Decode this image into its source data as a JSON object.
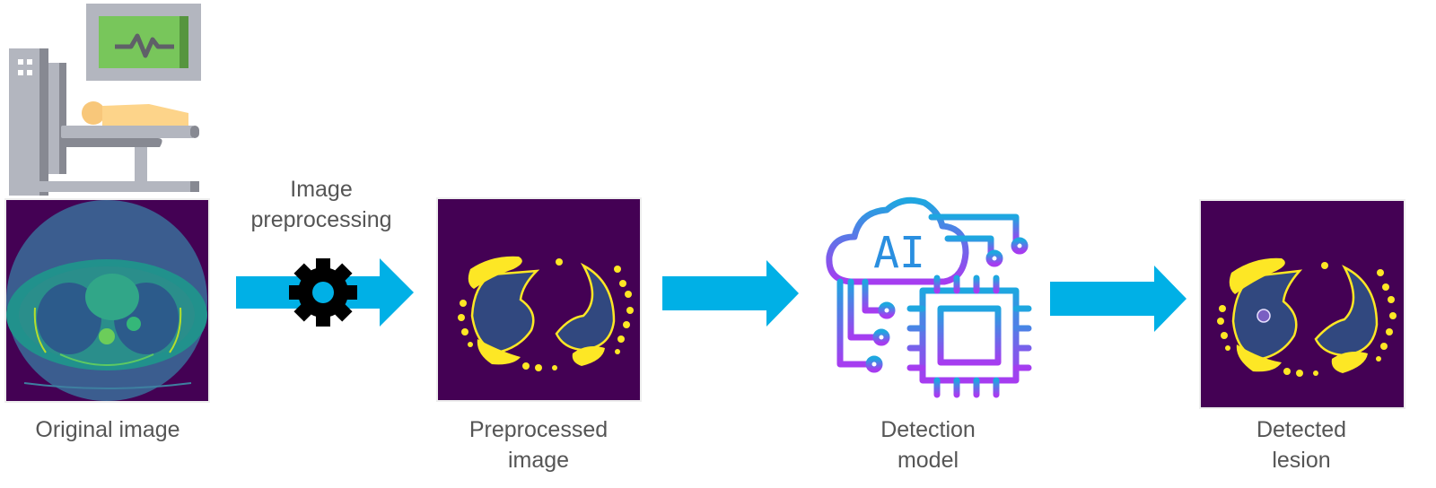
{
  "diagram": {
    "title": "Lung lesion detection pipeline",
    "stages": [
      {
        "id": "original",
        "label": "Original image",
        "icon": "ct-scanner-icon"
      },
      {
        "id": "preprocessing",
        "label": "Image preprocessing",
        "label_lines": [
          "Image",
          "preprocessing"
        ],
        "icon": "gear-icon"
      },
      {
        "id": "preprocessed",
        "label": "Preprocessed image",
        "label_lines": [
          "Preprocessed",
          "image"
        ]
      },
      {
        "id": "model",
        "label": "Detection model",
        "label_lines": [
          "Detection",
          "model"
        ],
        "icon": "ai-chip-icon",
        "icon_text": "AI"
      },
      {
        "id": "detected",
        "label": "Detected lesion",
        "label_lines": [
          "Detected",
          "lesion"
        ]
      }
    ],
    "connections": [
      {
        "from": "original",
        "to": "preprocessed",
        "via": "preprocessing"
      },
      {
        "from": "preprocessed",
        "to": "model"
      },
      {
        "from": "model",
        "to": "detected"
      }
    ],
    "colors": {
      "arrow": "#00b0e6",
      "ct_background": "#440154",
      "lung_highlight": "#fde725",
      "lesion_marker": "#7a5fc2",
      "ai_gradient_top": "#1ea7e0",
      "ai_gradient_bottom": "#a63cf0",
      "label_text": "#555555"
    }
  }
}
